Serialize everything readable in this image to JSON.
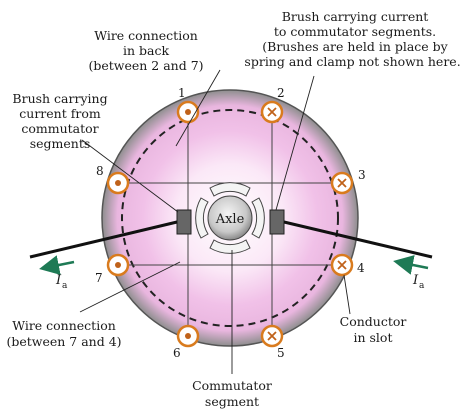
{
  "labels": {
    "wire_back": [
      "Wire connection",
      "in back",
      "(between 2 and 7)"
    ],
    "brush_to": [
      "Brush carrying current",
      "to commutator segments.",
      "(Brushes are held in place by",
      "spring and clamp not shown here.)"
    ],
    "brush_from": [
      "Brush carrying",
      "current from",
      "commutator",
      "segments"
    ],
    "wire_front": [
      "Wire connection",
      "(between 7 and 4)"
    ],
    "conductor": [
      "Conductor",
      "in slot"
    ],
    "commutator": [
      "Commutator",
      "segment"
    ],
    "axle": "Axle"
  },
  "current_label": {
    "symbol": "I",
    "subscript": "a"
  },
  "conductors": [
    {
      "id": "1",
      "type": "dot"
    },
    {
      "id": "2",
      "type": "cross"
    },
    {
      "id": "3",
      "type": "cross"
    },
    {
      "id": "4",
      "type": "cross"
    },
    {
      "id": "5",
      "type": "cross"
    },
    {
      "id": "6",
      "type": "dot"
    },
    {
      "id": "7",
      "type": "dot"
    },
    {
      "id": "8",
      "type": "dot"
    }
  ],
  "colors": {
    "rotor_outer": "#8e8e8e",
    "rotor_glow": "#f2c6ea",
    "conductor_ring": "#d97b1e",
    "arrow": "#1e7a55"
  }
}
